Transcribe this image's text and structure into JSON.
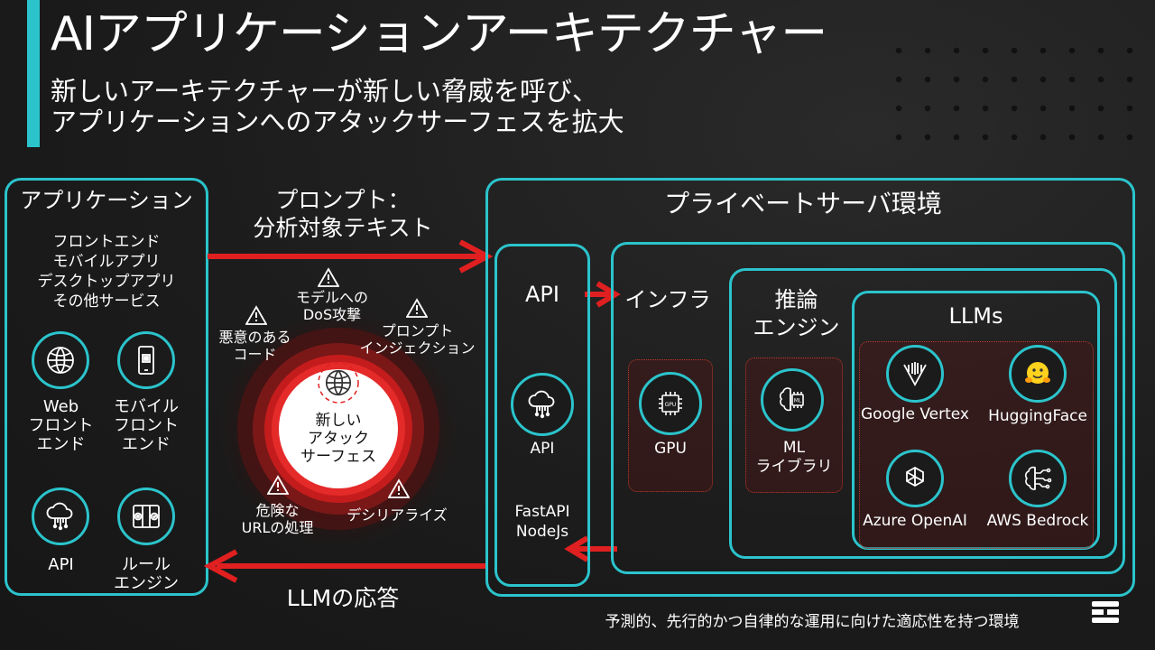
{
  "header": {
    "title": "AIアプリケーションアーキテクチャー",
    "subtitle": "新しいアーキテクチャーが新しい脅威を呼び、\nアプリケーションへのアタックサーフェスを拡大"
  },
  "app_panel": {
    "title": "アプリケーション",
    "types": "フロントエンド\nモバイルアプリ\nデスクトップアプリ\nその他サービス",
    "items": [
      {
        "label": "Web\nフロント\nエンド",
        "icon": "globe-icon"
      },
      {
        "label": "モバイル\nフロント\nエンド",
        "icon": "mobile-icon"
      },
      {
        "label": "API",
        "icon": "cloud-api-icon"
      },
      {
        "label": "ルール\nエンジン",
        "icon": "rules-icon"
      }
    ]
  },
  "flows": {
    "prompt": "プロンプト：\n分析対象テキスト",
    "response": "LLMの応答"
  },
  "attack_surface": {
    "center": "新しい\nアタック\nサーフェス",
    "threats": {
      "dos": "モデルへの\nDoS攻撃",
      "malicious_code": "悪意のある\nコード",
      "prompt_injection": "プロンプト\nインジェクション",
      "dangerous_url": "危険な\nURLの処理",
      "deserialize": "デシリアライズ"
    }
  },
  "private_server": {
    "title": "プライベートサーバ環境",
    "api": {
      "title": "API",
      "icon_label": "API",
      "frameworks": "FastAPI\nNodeJs"
    },
    "infra": {
      "title": "インフラ",
      "gpu_label": "GPU"
    },
    "engine": {
      "title": "推論\nエンジン",
      "ml_label": "ML\nライブラリ"
    },
    "llms": {
      "title": "LLMs",
      "items": [
        {
          "label": "Google Vertex",
          "icon": "vertex-icon"
        },
        {
          "label": "HuggingFace",
          "icon": "huggingface-icon"
        },
        {
          "label": "Azure OpenAI",
          "icon": "openai-icon"
        },
        {
          "label": "AWS Bedrock",
          "icon": "bedrock-icon"
        }
      ]
    }
  },
  "footer": {
    "caption": "予測的、先行的かつ自律的な運用に向けた適応性を持つ環境"
  },
  "colors": {
    "accent": "#2bc4cc",
    "arrow": "#e02020",
    "background": "#1c1c1c"
  }
}
